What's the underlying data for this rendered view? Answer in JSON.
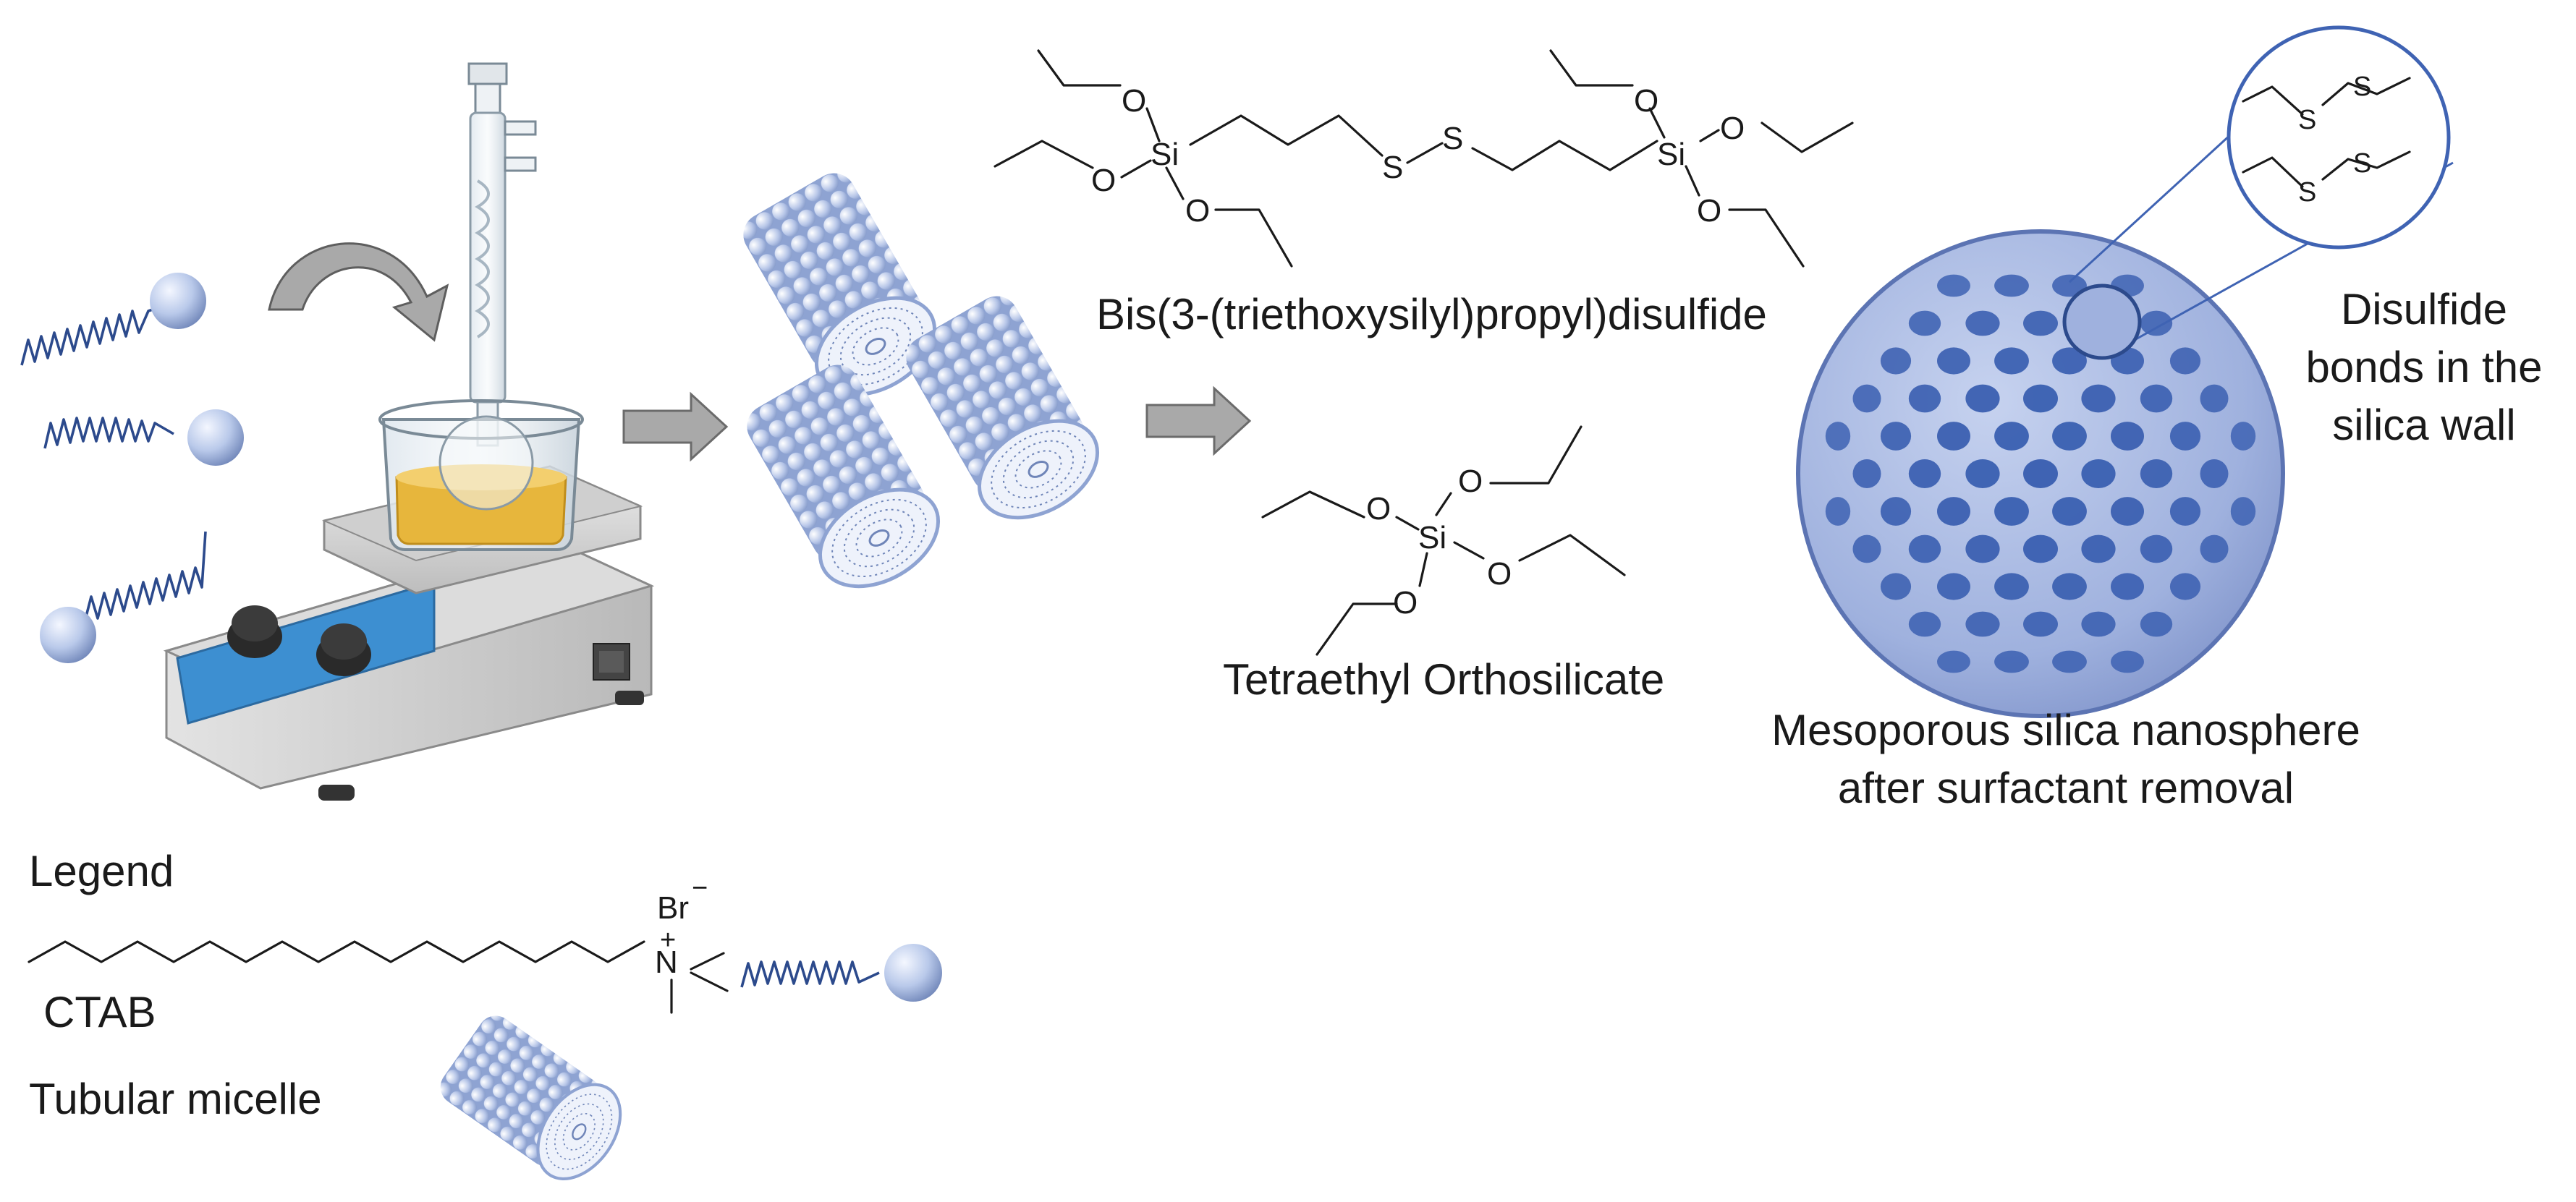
{
  "labels": {
    "disulfide_silane": "Bis(3-(triethoxysilyl)propyl)disulfide",
    "teos": "Tetraethyl Orthosilicate",
    "nanosphere_line1": "Mesoporous silica nanosphere",
    "nanosphere_line2": "after surfactant removal",
    "wall_line1": "Disulfide",
    "wall_line2": "bonds in the",
    "wall_line3": "silica wall",
    "legend_title": "Legend",
    "ctab": "CTAB",
    "tubular_micelle": "Tubular micelle"
  },
  "atoms": {
    "oxygen": "O",
    "silicon": "Si",
    "sulfur": "S",
    "nitrogen": "N",
    "nitrogen_charge": "+",
    "bromide": "Br",
    "bromide_charge": "−"
  },
  "colors": {
    "text": "#1a1a1a",
    "surfactant_tail": "#2c4a8c",
    "surfactant_head": "#b9c9ea",
    "nanosphere": "#9fb1de",
    "pore": "#3f63b3",
    "arrow_gray": "#a9a9a9",
    "stirrer_blue": "#3d8fd1",
    "solution": "#e7b63c"
  },
  "icons": [
    "surfactant-molecule-icon",
    "curved-arrow-icon",
    "reflux-condenser-icon",
    "hot-plate-stirrer-icon",
    "beaker-icon",
    "process-arrow-icon",
    "tubular-micelle-icon",
    "silica-nanosphere-icon",
    "magnifier-circle-icon"
  ]
}
